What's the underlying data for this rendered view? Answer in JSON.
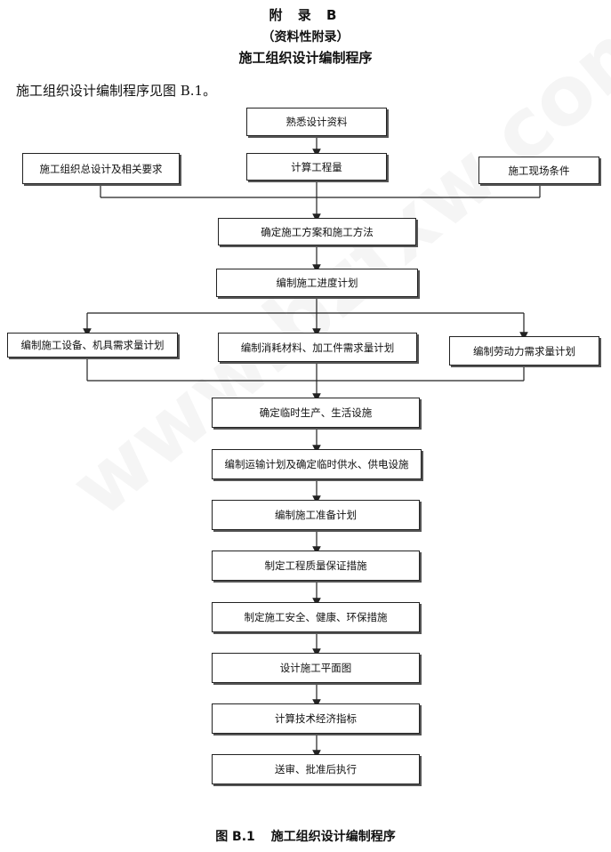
{
  "header": {
    "appendix_title": "附 录 B",
    "appendix_type": "（资料性附录）",
    "subtitle": "施工组织设计编制程序"
  },
  "intro_text": "施工组织设计编制程序见图 B.1。",
  "flowchart": {
    "familiarize": "熟悉设计资料",
    "general_design": "施工组织总设计及相关要求",
    "calc_quantities": "计算工程量",
    "site_conditions": "施工现场条件",
    "construction_plan": "确定施工方案和施工方法",
    "schedule": "编制施工进度计划",
    "equipment_plan": "编制施工设备、机具需求量计划",
    "materials_plan": "编制消耗材料、加工件需求量计划",
    "labor_plan": "编制劳动力需求量计划",
    "temp_facilities": "确定临时生产、生活设施",
    "transport_plan": "编制运输计划及确定临时供水、供电设施",
    "preparation_plan": "编制施工准备计划",
    "quality_measures": "制定工程质量保证措施",
    "safety_measures": "制定施工安全、健康、环保措施",
    "site_layout": "设计施工平面图",
    "indicators": "计算技术经济指标",
    "approval": "送审、批准后执行"
  },
  "caption": {
    "number": "图 B.1",
    "title": "施工组织设计编制程序"
  },
  "watermark": "www.bzfxw.com"
}
